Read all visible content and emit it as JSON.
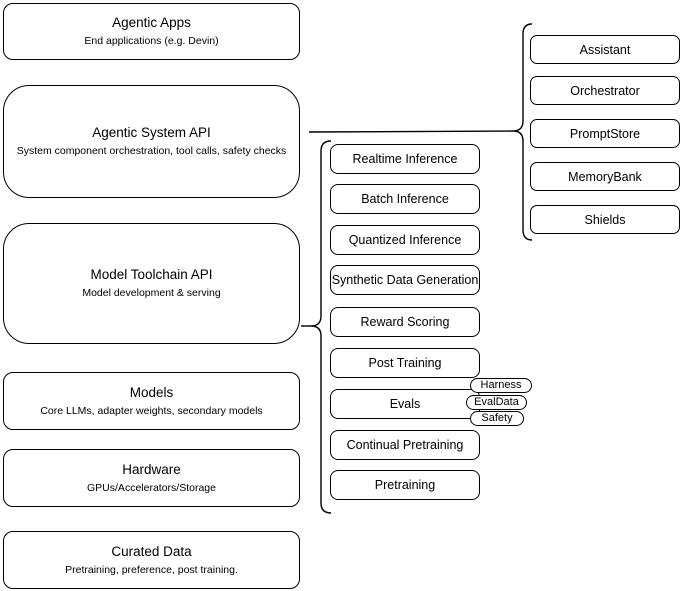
{
  "colors": {
    "stroke": "#000000",
    "fill": "#ffffff"
  },
  "layers": [
    {
      "title": "Agentic Apps",
      "subtitle": "End applications (e.g. Devin)"
    },
    {
      "title": "Agentic System API",
      "subtitle": "System component orchestration, tool calls, safety checks"
    },
    {
      "title": "Model Toolchain API",
      "subtitle": "Model development & serving"
    },
    {
      "title": "Models",
      "subtitle": "Core LLMs, adapter weights, secondary models"
    },
    {
      "title": "Hardware",
      "subtitle": "GPUs/Accelerators/Storage"
    },
    {
      "title": "Curated Data",
      "subtitle": "Pretraining, preference, post training."
    }
  ],
  "toolchain_capabilities": [
    "Realtime Inference",
    "Batch Inference",
    "Quantized Inference",
    "Synthetic Data Generation",
    "Reward Scoring",
    "Post Training",
    "Evals",
    "Continual Pretraining",
    "Pretraining"
  ],
  "system_components": [
    "Assistant",
    "Orchestrator",
    "PromptStore",
    "MemoryBank",
    "Shields"
  ],
  "eval_subcomponents": [
    "Harness",
    "EvalData",
    "Safety"
  ]
}
